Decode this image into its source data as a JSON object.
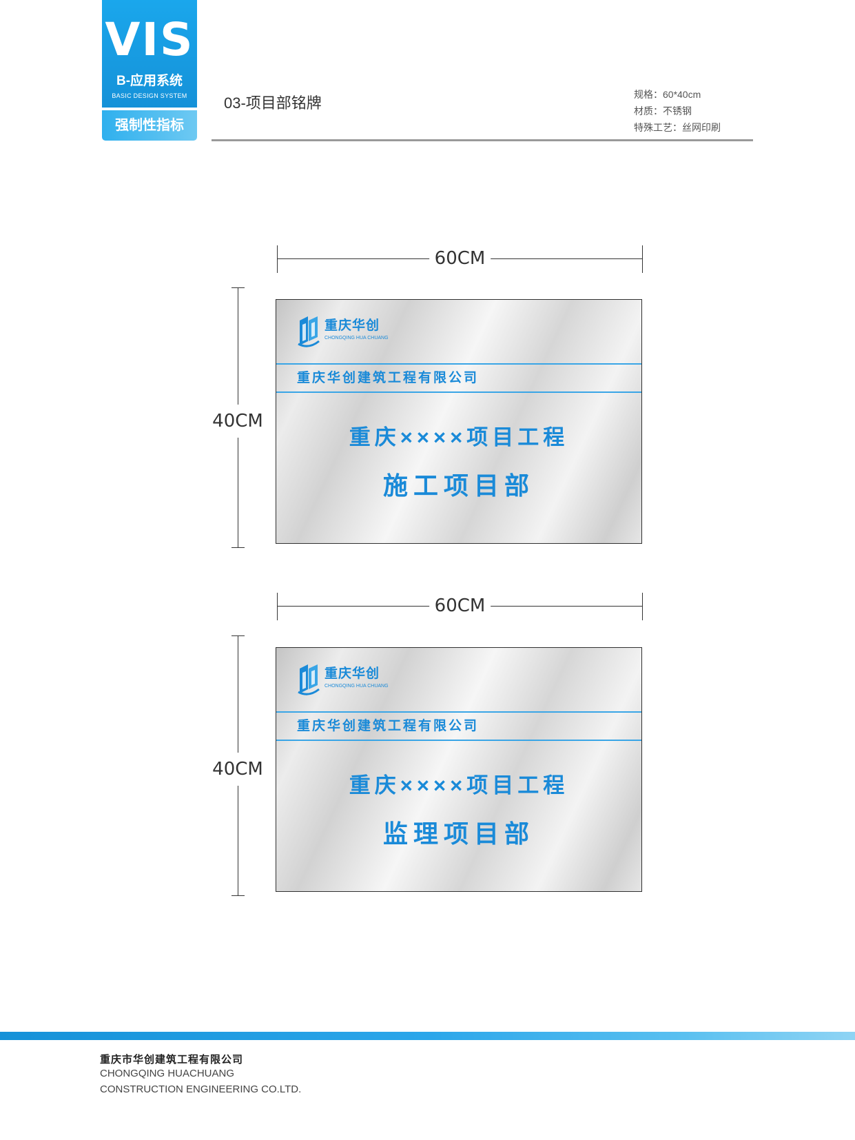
{
  "header": {
    "badge_title": "VIS",
    "badge_subtitle": "B-应用系统",
    "badge_subtitle_en": "BASIC DESIGN SYSTEM",
    "badge_tag": "强制性指标",
    "page_title": "03-项目部铭牌",
    "specs": [
      "规格：60*40cm",
      "材质：不锈钢",
      "特殊工艺：丝网印刷"
    ]
  },
  "plates": [
    {
      "width_label": "60CM",
      "height_label": "40CM",
      "logo_cn": "重庆华创",
      "logo_en": "CHONGQING HUA CHUANG",
      "company": "重庆华创建筑工程有限公司",
      "line1": "重庆××××项目工程",
      "line2": "施工项目部"
    },
    {
      "width_label": "60CM",
      "height_label": "40CM",
      "logo_cn": "重庆华创",
      "logo_en": "CHONGQING HUA CHUANG",
      "company": "重庆华创建筑工程有限公司",
      "line1": "重庆××××项目工程",
      "line2": "监理项目部"
    }
  ],
  "footer": {
    "company_cn": "重庆市华创建筑工程有限公司",
    "company_en_line1": "CHONGQING HUACHUANG",
    "company_en_line2": "CONSTRUCTION ENGINEERING CO.LTD."
  },
  "colors": {
    "brand_blue": "#1a8ad8",
    "badge_blue": "#1591d8",
    "band_blue": "#39a5e6"
  }
}
